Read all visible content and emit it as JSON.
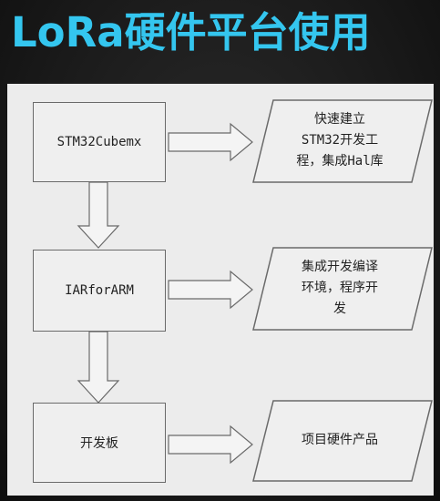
{
  "slide": {
    "title": "LoRa硬件平台使用"
  },
  "diagram": {
    "boxes": [
      {
        "label": "STM32Cubemx"
      },
      {
        "label": "IARforARM"
      },
      {
        "label": "开发板"
      }
    ],
    "outputs": [
      {
        "lines": [
          "快速建立",
          "STM32开发工",
          "程，集成Hal库"
        ]
      },
      {
        "lines": [
          "集成开发编译",
          "环境，程序开",
          "发"
        ]
      },
      {
        "lines": [
          "项目硬件产品"
        ]
      }
    ]
  },
  "colors": {
    "title": "#34c6ef",
    "underline": "#e0306a",
    "border": "#6a6a6a"
  }
}
